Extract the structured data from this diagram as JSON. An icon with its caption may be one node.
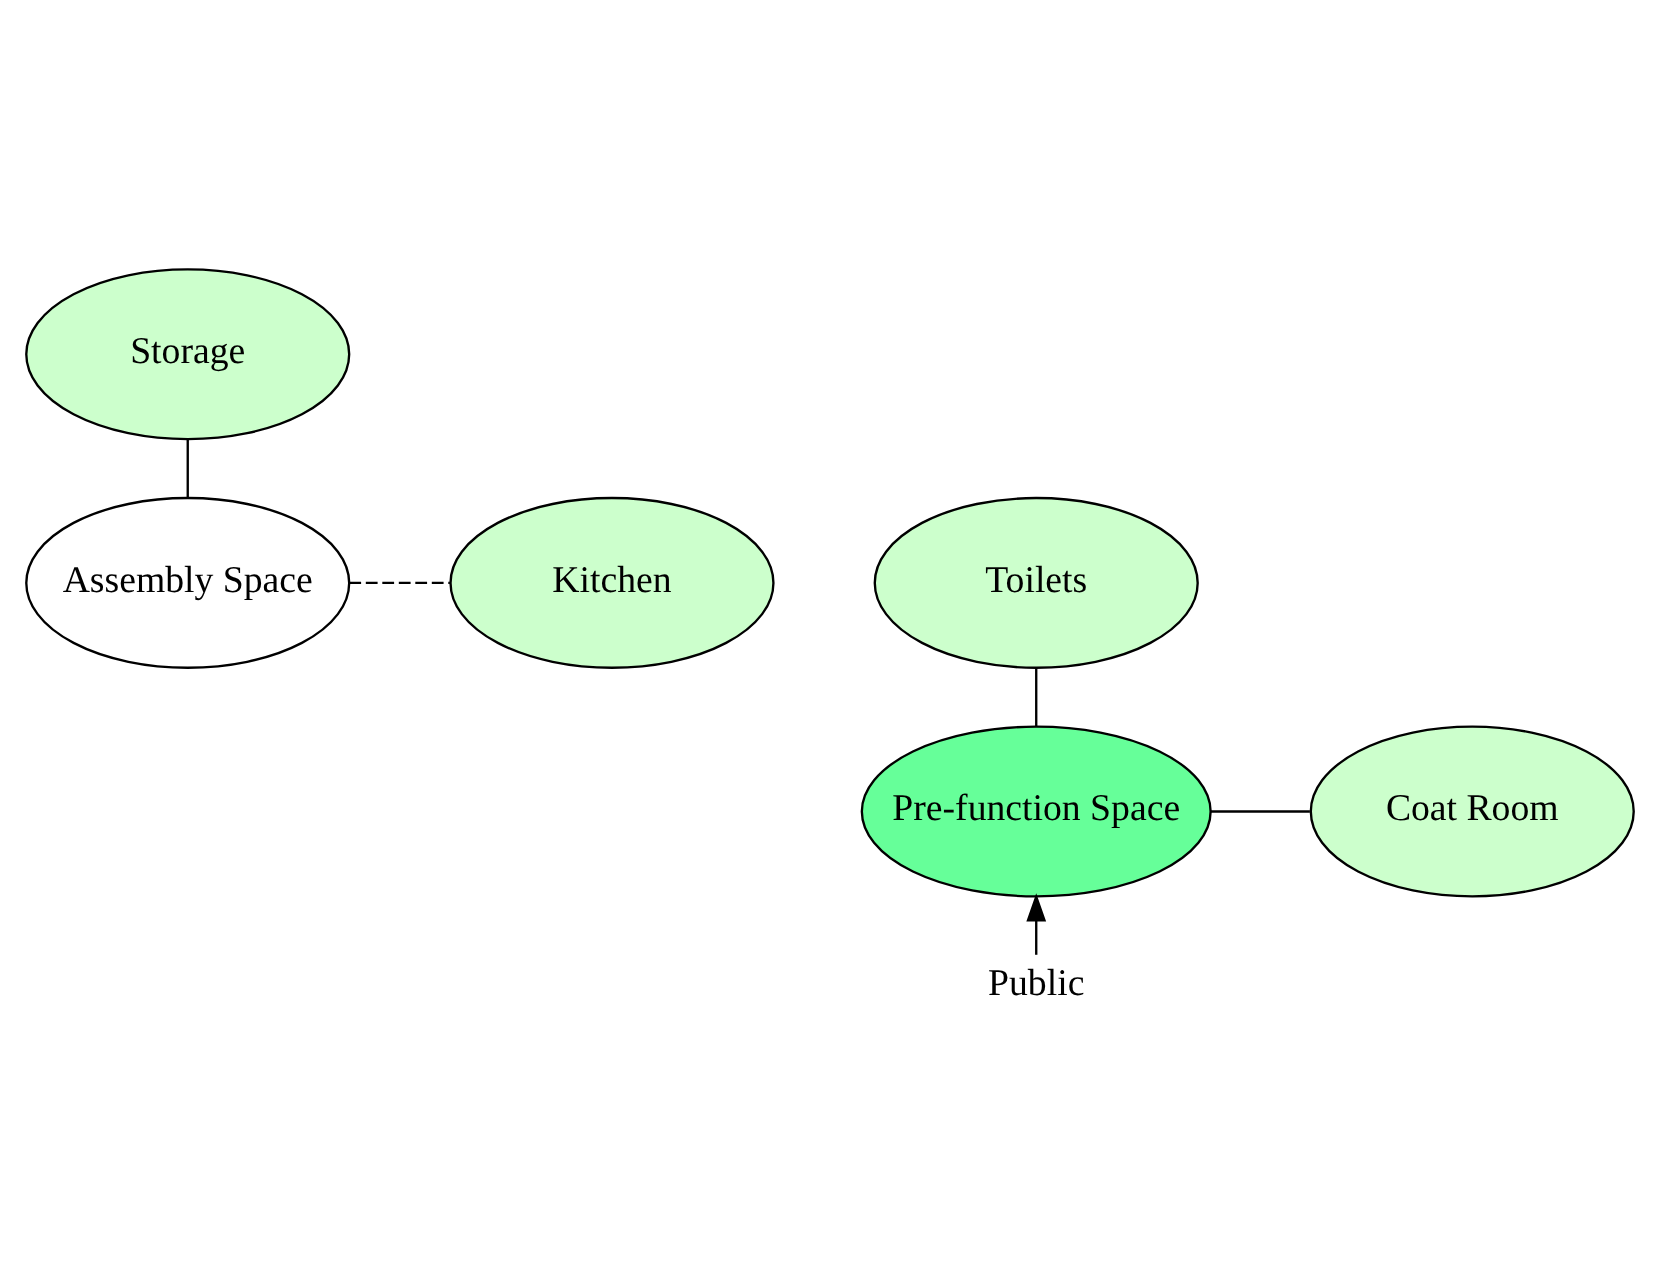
{
  "diagram": {
    "nodes": [
      {
        "text": [
          "Storage"
        ]
      },
      {
        "text": [
          "Kitchen"
        ]
      },
      {
        "text": [
          "Assembly Space"
        ]
      },
      {
        "text": [
          "Toilets"
        ]
      },
      {
        "text": [
          "Pre-function Space"
        ]
      },
      {
        "text": [
          "Coat Room"
        ]
      },
      {
        "text": [
          "Public"
        ]
      }
    ],
    "edges": [
      {
        "from": 0,
        "to": 2,
        "arrow": "none"
      },
      {
        "from": 2,
        "to": 1,
        "arrow": "none",
        "style": "dashed"
      },
      {
        "from": 4,
        "to": 3,
        "arrow": "none"
      },
      {
        "from": 4,
        "to": 5,
        "arrow": "none"
      },
      {
        "from": 6,
        "to": 4,
        "arrow": "to"
      }
    ]
  }
}
